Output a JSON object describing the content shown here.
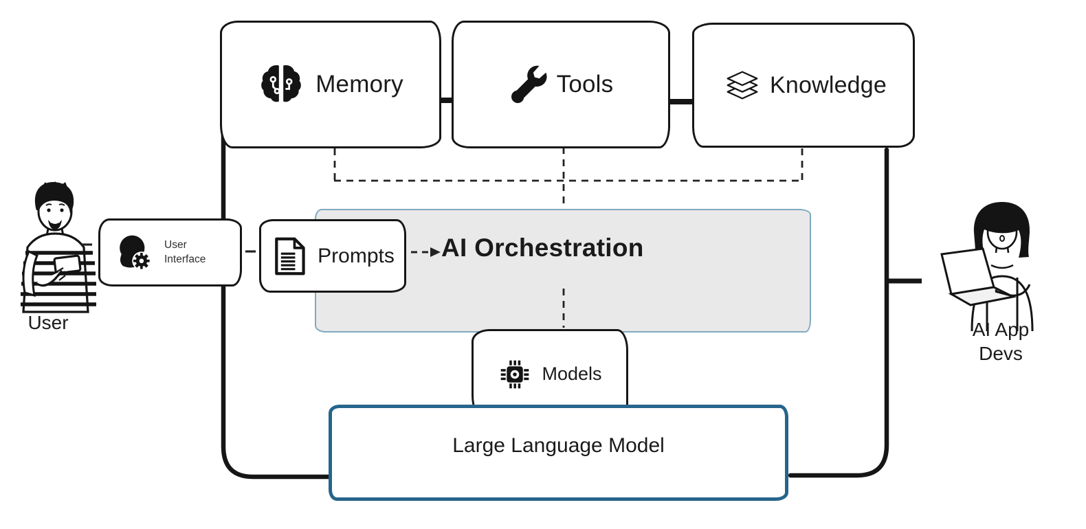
{
  "diagram": {
    "top_row": [
      {
        "label": "Memory",
        "icon": "brain-circuit-icon"
      },
      {
        "label": "Tools",
        "icon": "wrench-icon"
      },
      {
        "label": "Knowledge",
        "icon": "stacked-layers-icon"
      }
    ],
    "orchestration": {
      "label": "AI Orchestration"
    },
    "user_interface_box": {
      "line1": "User",
      "line2": "Interface",
      "icon": "head-gear-icon"
    },
    "prompts_box": {
      "label": "Prompts",
      "icon": "document-icon"
    },
    "models_box": {
      "label": "Models",
      "icon": "chip-icon"
    },
    "llm_box": {
      "label": "Large Language Model"
    },
    "actors": {
      "user": {
        "label": "User"
      },
      "devs": {
        "line1": "AI App",
        "line2": "Devs"
      }
    },
    "colors": {
      "line": "#161616",
      "dashed_line": "#222222",
      "llm_border": "#26658c",
      "orchestration_border": "#7fa9bf",
      "orchestration_fill": "#e9e9e9"
    }
  }
}
